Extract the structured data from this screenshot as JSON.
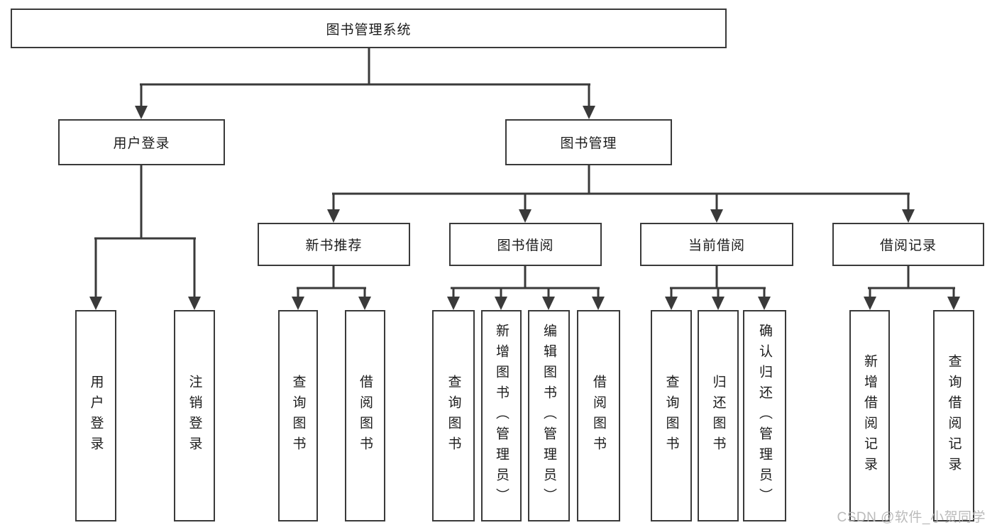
{
  "diagram": {
    "root": "图书管理系统",
    "branches": {
      "user_login": "用户登录",
      "book_mgmt": "图书管理"
    },
    "modules": {
      "new_book": "新书推荐",
      "book_borrow": "图书借阅",
      "current_borrow": "当前借阅",
      "borrow_record": "借阅记录"
    },
    "leaves": {
      "user_login": "用户登录",
      "logout": "注销登录",
      "nb_query": "查询图书",
      "nb_borrow": "借阅图书",
      "bb_query": "查询图书",
      "bb_add": "新增图书（管理员）",
      "bb_edit": "编辑图书（管理员）",
      "bb_borrow": "借阅图书",
      "cb_query": "查询图书",
      "cb_return": "归还图书",
      "cb_confirm": "确认归还（管理员）",
      "br_add": "新增借阅记录",
      "br_query": "查询借阅记录"
    }
  },
  "watermark": "CSDN @软件_小贺同学",
  "colors": {
    "line": "#3a3a3a",
    "text": "#1c1c1c",
    "background": "#ffffff",
    "watermark": "#b3b3b3"
  }
}
